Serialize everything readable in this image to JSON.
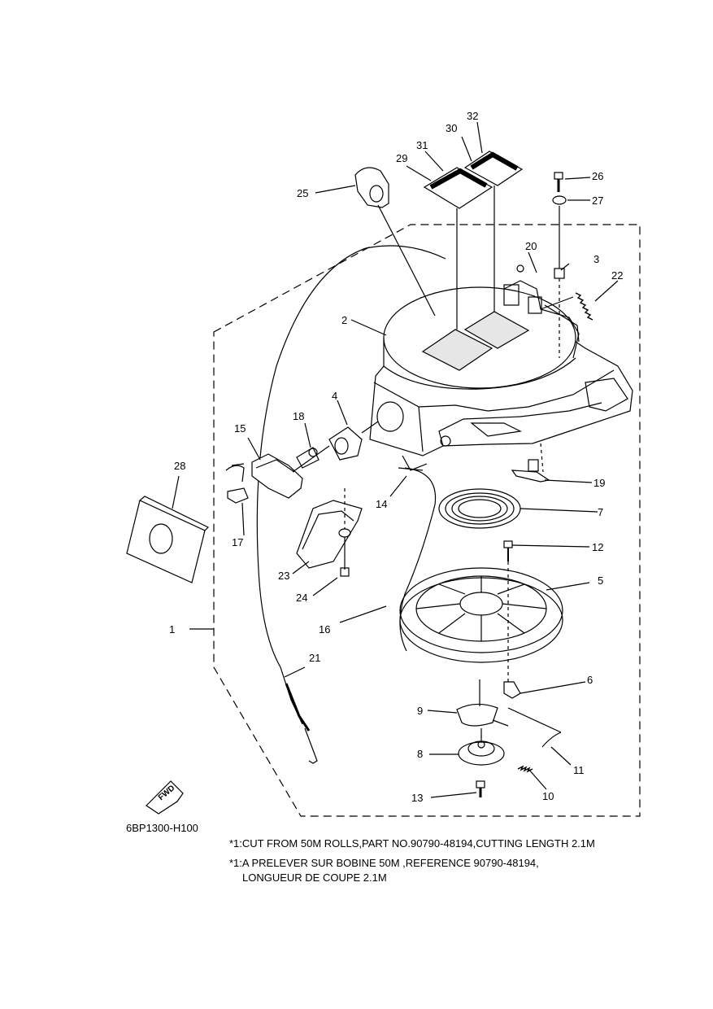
{
  "diagram_code": "6BP1300-H100",
  "notes": {
    "en": "*1:CUT FROM 50M ROLLS,PART NO.90790-48194,CUTTING LENGTH 2.1M",
    "fr_line1": "*1:A PRELEVER SUR BOBINE 50M ,REFERENCE 90790-48194,",
    "fr_line2": "LONGUEUR DE COUPE 2.1M"
  },
  "fwd_label": "FWD",
  "callouts": {
    "p1": "1",
    "p2": "2",
    "p3": "3",
    "p4": "4",
    "p5": "5",
    "p6": "6",
    "p7": "7",
    "p8": "8",
    "p9": "9",
    "p10": "10",
    "p11": "11",
    "p12": "12",
    "p13": "13",
    "p14": "14",
    "p15": "15",
    "p16": "16",
    "p17": "17",
    "p18": "18",
    "p19": "19",
    "p20": "20",
    "p21": "21",
    "p22": "22",
    "p23": "23",
    "p24": "24",
    "p25": "25",
    "p26": "26",
    "p27": "27",
    "p28": "28",
    "p29": "29",
    "p30": "30",
    "p31": "31",
    "p32": "32"
  },
  "colors": {
    "line": "#000000",
    "paper": "#ffffff",
    "shade": "#e6e6e6"
  }
}
